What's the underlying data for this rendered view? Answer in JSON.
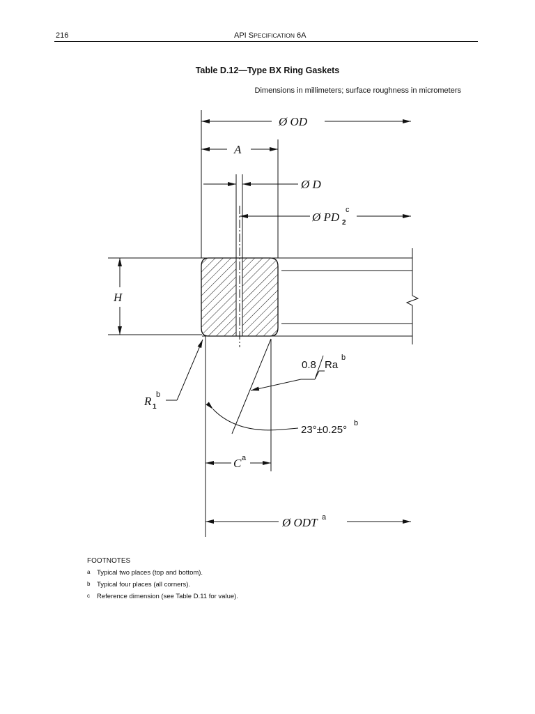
{
  "header": {
    "page_number": "216",
    "running_title_prefix": "API S",
    "running_title_smallcaps": "PECIFICATION",
    "running_title_suffix": " 6A"
  },
  "table_title": "Table D.12—Type BX Ring Gaskets",
  "units_note": "Dimensions in millimeters; surface roughness in micrometers",
  "drawing": {
    "od_label": "Ø OD",
    "a_label": "A",
    "d_label": "Ø D",
    "pd_label": "Ø PD",
    "pd_sub": "2",
    "pd_sup": "c",
    "h_label": "H",
    "roughness_value": "0.8",
    "roughness_unit": "Ra",
    "roughness_sup": "b",
    "r_label": "R",
    "r_sub": "1",
    "r_sup": "b",
    "angle_label": "23°±0.25°",
    "angle_sup": "b",
    "c_label": "C",
    "c_sup": "a",
    "odt_label": "Ø ODT",
    "odt_sup": "a"
  },
  "footnotes": {
    "heading": "FOOTNOTES",
    "items": [
      {
        "mark": "a",
        "text": "Typical two places (top and bottom)."
      },
      {
        "mark": "b",
        "text": "Typical four places (all corners)."
      },
      {
        "mark": "c",
        "text": "Reference dimension (see Table D.11 for value)."
      }
    ]
  }
}
